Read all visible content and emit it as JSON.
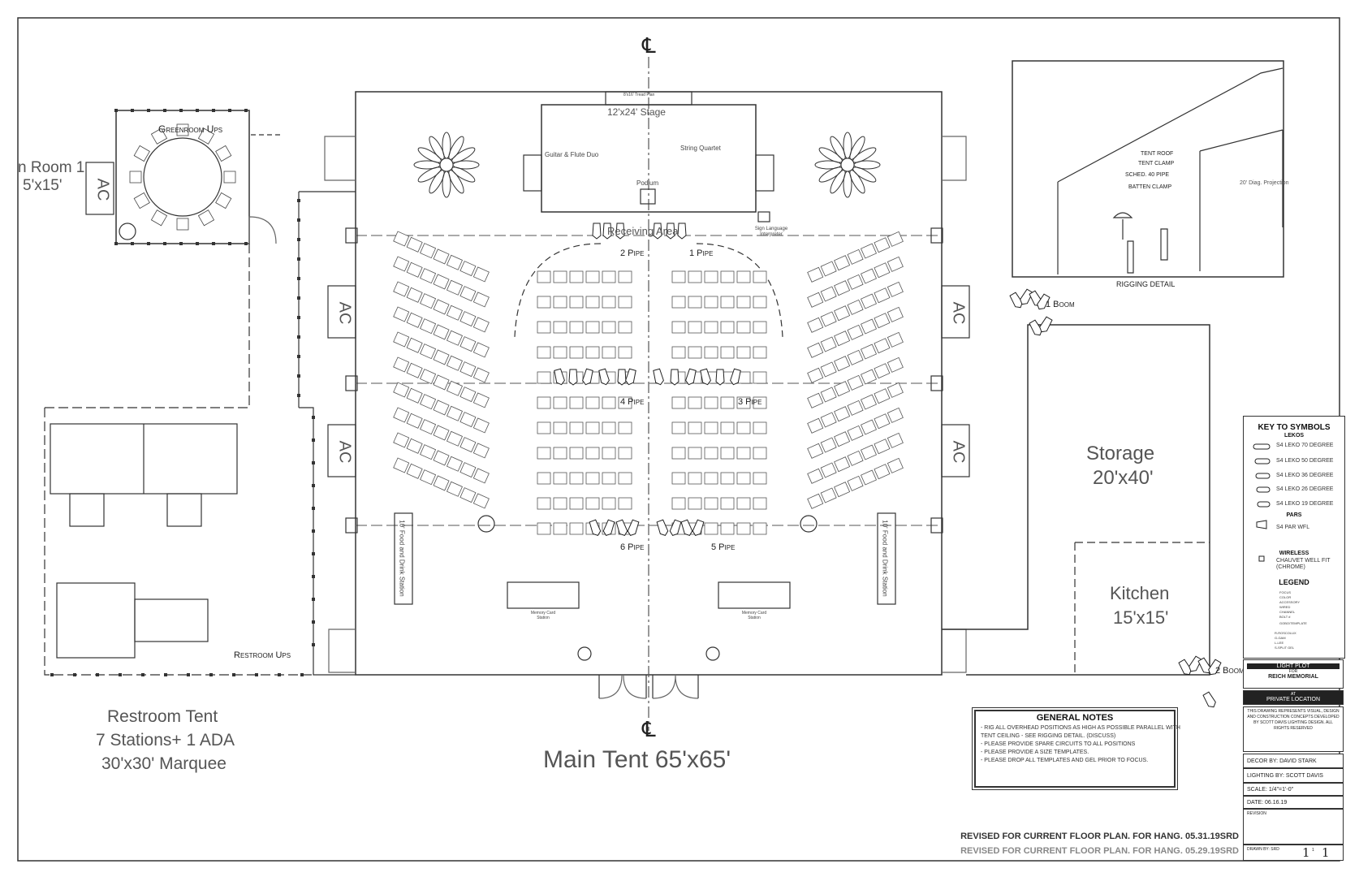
{
  "labels": {
    "centerline": "℄",
    "stage": "12'x24' Stage",
    "stage_top": "8'x16' Tread Plan",
    "guitar": "Guitar & Flute Duo",
    "quartet": "String Quartet",
    "podium": "Podium",
    "receiving": "Receiving Area",
    "interpreter": "Sign Language Interpreter",
    "greenroom": "Greenroom Ups",
    "green_room_name": "n Room 1",
    "green_room_size": "5'x15'",
    "ac": "AC",
    "food_station": "10' Food and Drink Station",
    "memory_card": "Memory Card Station",
    "restroom_ups": "Restroom Ups",
    "restroom_tent": [
      "Restroom Tent",
      "7 Stations+ 1 ADA",
      "30'x30' Marquee"
    ],
    "main_tent": "Main Tent 65'x65'",
    "storage": [
      "Storage",
      "20'x40'"
    ],
    "kitchen": [
      "Kitchen",
      "15'x15'"
    ],
    "rigging_detail": "RIGGING DETAIL",
    "rigging_items": [
      "TENT ROOF",
      "TENT CLAMP",
      "SCHED. 40 PIPE",
      "BATTEN CLAMP"
    ],
    "projection": "20' Diag. Projection",
    "pipes": [
      "1 Pipe",
      "2 Pipe",
      "3 Pipe",
      "4 Pipe",
      "5 Pipe",
      "6 Pipe"
    ],
    "booms": [
      "1 Boom",
      "2 Boom"
    ]
  },
  "key": {
    "title": "KEY TO SYMBOLS",
    "lekos_head": "LEKOS",
    "lekos": [
      "S4 LEKO 70 DEGREE",
      "S4 LEKO 50 DEGREE",
      "S4 LEKO 36 DEGREE",
      "S4 LEKO 26 DEGREE",
      "S4 LEKO 19 DEGREE"
    ],
    "pars_head": "PARS",
    "pars": [
      "S4 PAR WFL"
    ],
    "wireless_head": "WIRELESS",
    "wireless": [
      "CHAUVET WELL FIT",
      "(CHROME)"
    ],
    "legend_head": "LEGEND",
    "legend": [
      "FOCUS",
      "COLOR",
      "ACCESSORY",
      "WIRED",
      "CHANNEL",
      "BOLT #",
      "GOBO/TEMPLATE"
    ],
    "abbrev": [
      "R-ROSCOLUX",
      "G-GAM",
      "L-LEE",
      "S-SPLIT GEL"
    ]
  },
  "title_block": {
    "plot": "LIGHT PLOT",
    "for": "FOR",
    "event": "REICH MEMORIAL",
    "at": "AT",
    "location": "PRIVATE LOCATION",
    "disclaimer": "THIS DRAWING REPRESENTS VISUAL, DESIGN AND CONSTRUCTION CONCEPTS DEVELOPED BY SCOTT DAVIS LIGHTING DESIGN. ALL RIGHTS RESERVED",
    "decor": "DECOR BY: DAVID STARK",
    "lighting": "LIGHTING BY: SCOTT DAVIS",
    "scale": "SCALE: 1/4\"=1'-0\"",
    "date": "DATE: 06.16.19",
    "revision": "REVISION",
    "drawn": "DRAWN BY: SRD",
    "sheet": "1",
    "of": "1"
  },
  "notes": {
    "title": "GENERAL NOTES",
    "lines": [
      "- RIG ALL OVERHEAD POSITIONS AS HIGH AS POSSIBLE PARALLEL WITH",
      "  TENT CEILING - SEE RIGGING DETAIL. (DISCUSS)",
      "- PLEASE PROVIDE SPARE CIRCUITS TO ALL POSITIONS",
      "- PLEASE PROVIDE A SIZE TEMPLATES.",
      "- PLEASE DROP ALL TEMPLATES AND GEL PRIOR TO FOCUS."
    ]
  },
  "revisions": [
    "REVISED FOR CURRENT FLOOR PLAN. FOR HANG. 05.31.19SRD",
    "REVISED FOR CURRENT FLOOR PLAN. FOR HANG. 05.29.19SRD"
  ],
  "colors": {
    "line": "#333333",
    "rev_current": "#333333",
    "rev_old": "#888888"
  }
}
